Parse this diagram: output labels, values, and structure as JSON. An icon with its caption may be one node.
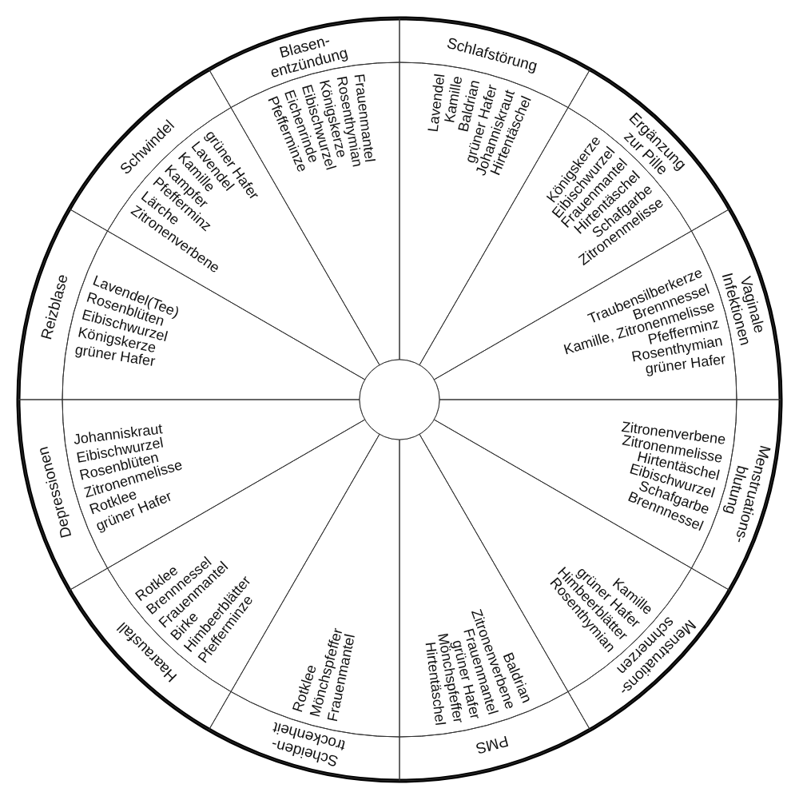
{
  "diagram": {
    "nodes": [
      {
        "text": [
          "Blasen- entzündung",
          "Frauenmantel",
          "Rosenthymian",
          "Königskerze",
          "Eibischwurzel",
          "Eichenrinde",
          "Pfefferminze"
        ]
      },
      {
        "text": [
          "Schlafstörung",
          "Lavendel",
          "Kamille",
          "Baldrian",
          "grüner Hafer",
          "Johanniskraut",
          "Hirtentäschel"
        ]
      },
      {
        "text": [
          "Ergänzung zur Pille",
          "Königskerze",
          "Eibischwurzel",
          "Frauenmantel",
          "Hirtentäschel",
          "Schafgarbe",
          "Zitronenmelisse"
        ]
      },
      {
        "text": [
          "Vaginale Infektionen",
          "Traubensilberkerze",
          "Brennnessel",
          "Kamille, Zitronenmelisse",
          "Pfefferminz",
          "Rosenthymian",
          "grüner Hafer"
        ]
      },
      {
        "text": [
          "Menstruations- blutung",
          "Zitronenverbene",
          "Zitronenmelisse",
          "Hirtentäschel",
          "Eibischwurzel",
          "Schafgarbe",
          "Brennnessel"
        ]
      },
      {
        "text": [
          "Menstruations- schmerzen",
          "Kamille",
          "grüner Hafer",
          "Himbeerblätter",
          "Rosenthymian"
        ]
      },
      {
        "text": [
          "PMS",
          "Baldrian",
          "Zitronenverbene",
          "Frauenmantel",
          "grüner Hafer",
          "Mönchspfeffer",
          "Hirtentäschel"
        ]
      },
      {
        "text": [
          "Scheiden- trockenheit",
          "Rotklee",
          "Mönchspfeffer",
          "Frauenmantel"
        ]
      },
      {
        "text": [
          "Haarausfall",
          "Rotklee",
          "Brennnessel",
          "Frauenmantel",
          "Birke",
          "Himbeerblätter",
          "Pfefferminze"
        ]
      },
      {
        "text": [
          "Depressionen",
          "Johanniskraut",
          "Eibischwurzel",
          "Rosenblüten",
          "Zitronenmelisse",
          "Rotklee",
          "grüner Hafer"
        ]
      },
      {
        "text": [
          "Reizblase",
          "Lavendel(Tee)",
          "Rosenblüten",
          "Eibischwurzel",
          "Königskerze",
          "grüner Hafer"
        ]
      },
      {
        "text": [
          "Schwindel",
          "grüner Hafer",
          "Lavendel",
          "Kamille",
          "Kampfer",
          "Pfefferminz",
          "Lärche",
          "Zitronenverbene"
        ]
      },
      {
        "text": [],
        "shape": "circle"
      }
    ]
  }
}
